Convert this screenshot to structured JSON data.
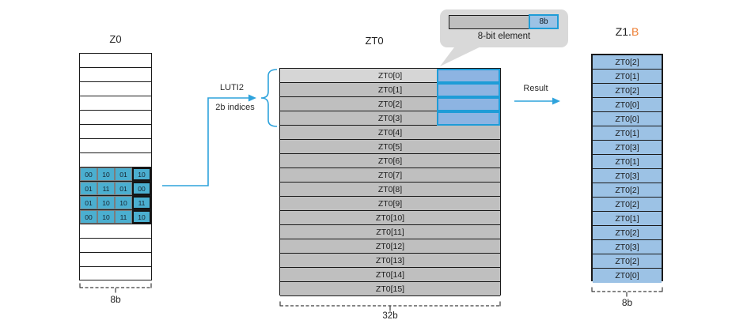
{
  "z0": {
    "title": "Z0",
    "index_rows": [
      [
        "00",
        "10",
        "01",
        "10"
      ],
      [
        "01",
        "11",
        "01",
        "00"
      ],
      [
        "01",
        "10",
        "10",
        "11"
      ],
      [
        "00",
        "10",
        "11",
        "10"
      ]
    ],
    "width_label": "8b"
  },
  "flow": {
    "op_label": "LUTI2",
    "indices_label": "2b indices",
    "result_label": "Result"
  },
  "zt0": {
    "title": "ZT0",
    "rows": [
      "ZT0[0]",
      "ZT0[1]",
      "ZT0[2]",
      "ZT0[3]",
      "ZT0[4]",
      "ZT0[5]",
      "ZT0[6]",
      "ZT0[7]",
      "ZT0[8]",
      "ZT0[9]",
      "ZT0[10]",
      "ZT0[11]",
      "ZT0[12]",
      "ZT0[13]",
      "ZT0[14]",
      "ZT0[15]"
    ],
    "width_label": "32b"
  },
  "callout": {
    "bar_label": "8b",
    "caption": "8-bit element"
  },
  "z1b": {
    "title_prefix": "Z1.",
    "title_suffix": "B",
    "cells": [
      "ZT0[2]",
      "ZT0[1]",
      "ZT0[2]",
      "ZT0[0]",
      "ZT0[0]",
      "ZT0[1]",
      "ZT0[3]",
      "ZT0[1]",
      "ZT0[3]",
      "ZT0[2]",
      "ZT0[2]",
      "ZT0[1]",
      "ZT0[2]",
      "ZT0[3]",
      "ZT0[2]",
      "ZT0[0]"
    ],
    "width_label": "8b"
  },
  "colors": {
    "index_cell_fill": "#4BAFD0",
    "table_row_fill": "#BFBFBF",
    "table_first_row_fill": "#D6D6D6",
    "highlight_fill": "#8DB4E2",
    "highlight_border": "#1E9CD7",
    "result_cell_fill": "#9CC2E5",
    "arrow": "#2FA3DC",
    "accent_orange": "#ED7D31",
    "callout_bg": "#D9D9D9"
  }
}
